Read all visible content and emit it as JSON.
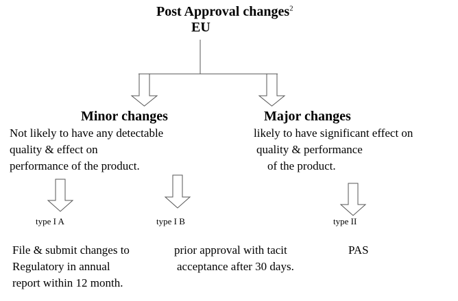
{
  "title": "Post Approval changes",
  "title_sup": "2",
  "region": "EU",
  "minor": {
    "heading": "Minor changes",
    "description": [
      "Not likely to have any detectable",
      "quality & effect on",
      "performance of the product."
    ],
    "types": [
      {
        "label": "type I A",
        "detail": [
          "File & submit changes to",
          "Regulatory in annual",
          "report within 12 month."
        ]
      },
      {
        "label": "type I B",
        "detail": [
          "prior approval with tacit",
          "acceptance after 30 days."
        ]
      }
    ]
  },
  "major": {
    "heading": "Major changes",
    "description": [
      "likely to have significant effect on",
      "quality & performance",
      "of the product."
    ],
    "types": [
      {
        "label": "type II",
        "detail": [
          "PAS"
        ]
      }
    ]
  }
}
